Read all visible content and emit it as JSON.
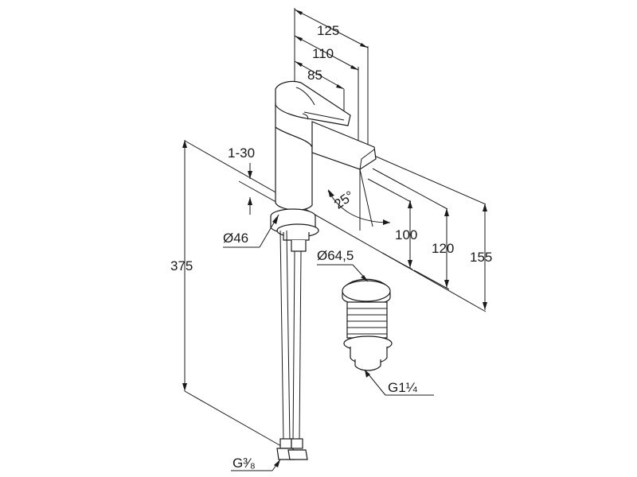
{
  "dimensions": {
    "d125": "125",
    "d110": "110",
    "d85": "85",
    "d1_30": "1-30",
    "d25deg": "25°",
    "d100": "100",
    "d120": "120",
    "d155": "155",
    "d375": "375",
    "dia46": "Ø46",
    "dia64_5": "Ø64,5",
    "thread_g114": "G1¼",
    "thread_g38": "G³⁄₈"
  }
}
